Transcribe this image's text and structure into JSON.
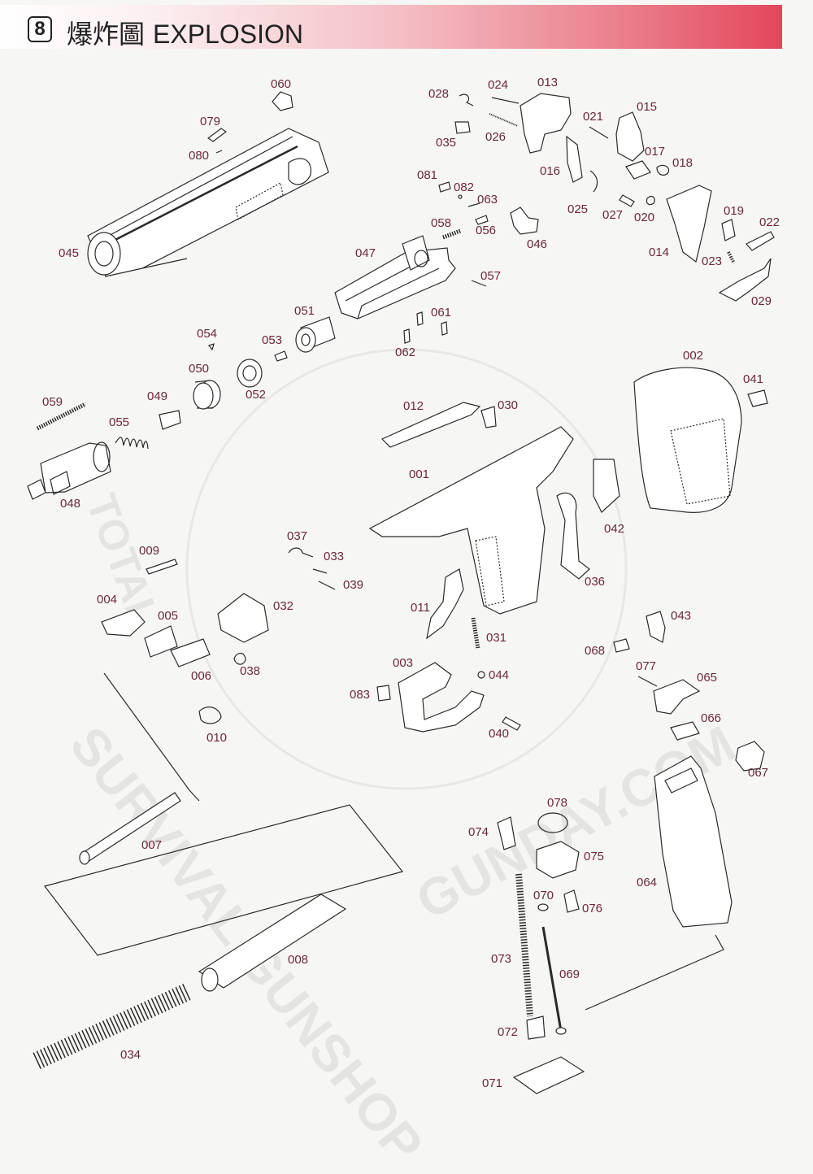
{
  "header": {
    "section_number": "8",
    "title_zh": "爆炸圖",
    "title_en": "EXPLOSION"
  },
  "watermark": {
    "left_text": "SURVIVAL GUNSHOP",
    "right_text": "GUNDAY.COM",
    "small_text": "TOTAL"
  },
  "colors": {
    "label": "#6b2838",
    "header_accent": "#e2475c",
    "line": "#2a2a2a"
  },
  "parts": {
    "p001": "001",
    "p002": "002",
    "p003": "003",
    "p004": "004",
    "p005": "005",
    "p006": "006",
    "p007": "007",
    "p008": "008",
    "p009": "009",
    "p010": "010",
    "p011": "011",
    "p012": "012",
    "p013": "013",
    "p014": "014",
    "p015": "015",
    "p016": "016",
    "p017": "017",
    "p018": "018",
    "p019": "019",
    "p020": "020",
    "p021": "021",
    "p022": "022",
    "p023": "023",
    "p024": "024",
    "p025": "025",
    "p026": "026",
    "p027": "027",
    "p028": "028",
    "p029": "029",
    "p030": "030",
    "p031": "031",
    "p032": "032",
    "p033": "033",
    "p034": "034",
    "p035": "035",
    "p036": "036",
    "p037": "037",
    "p038": "038",
    "p039": "039",
    "p040": "040",
    "p041": "041",
    "p042": "042",
    "p043": "043",
    "p044": "044",
    "p045": "045",
    "p046": "046",
    "p047": "047",
    "p048": "048",
    "p049": "049",
    "p050": "050",
    "p051": "051",
    "p052": "052",
    "p053": "053",
    "p054": "054",
    "p055": "055",
    "p056": "056",
    "p057": "057",
    "p058": "058",
    "p059": "059",
    "p060": "060",
    "p061": "061",
    "p062": "062",
    "p063": "063",
    "p064": "064",
    "p065": "065",
    "p066": "066",
    "p067": "067",
    "p068": "068",
    "p069": "069",
    "p070": "070",
    "p071": "071",
    "p072": "072",
    "p073": "073",
    "p074": "074",
    "p075": "075",
    "p076": "076",
    "p077": "077",
    "p078": "078",
    "p079": "079",
    "p080": "080",
    "p081": "081",
    "p082": "082",
    "p083": "083"
  }
}
